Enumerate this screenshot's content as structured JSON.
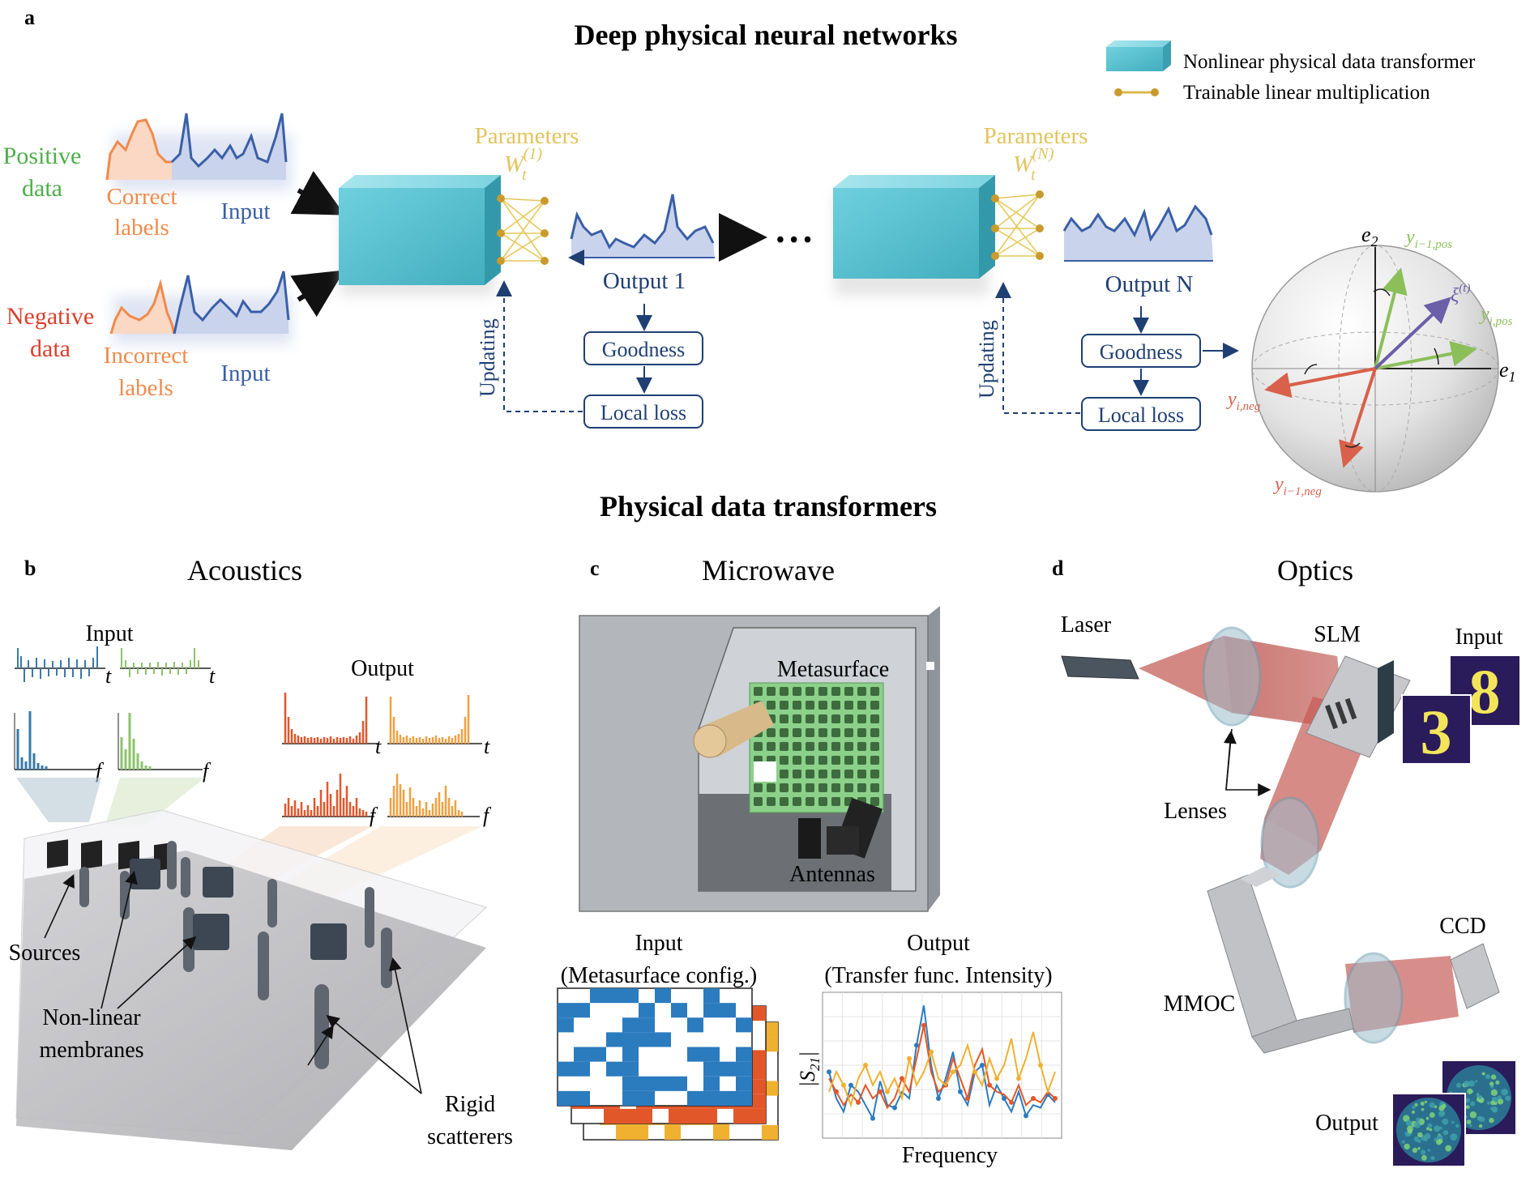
{
  "panel_letters": {
    "a": "a",
    "b": "b",
    "c": "c",
    "d": "d"
  },
  "top": {
    "title": "Deep physical neural networks",
    "legend": {
      "transformer": "Nonlinear physical data transformer",
      "linear": "Trainable linear multiplication"
    },
    "positive": {
      "l1": "Positive",
      "l2": "data",
      "correct1": "Correct",
      "correct2": "labels",
      "input": "Input"
    },
    "negative": {
      "l1": "Negative",
      "l2": "data",
      "incorrect1": "Incorrect",
      "incorrect2": "labels",
      "input": "Input"
    },
    "params": {
      "label": "Parameters",
      "w1_base": "W",
      "w1_sub": "t",
      "w1_sup": "(1)",
      "wn_sup": "(N)"
    },
    "output1": "Output 1",
    "outputN": "Output N",
    "goodness": "Goodness",
    "local_loss": "Local loss",
    "updating": "Updating",
    "ellipsis": "• • •",
    "sphere": {
      "e1": "e",
      "e1_sub": "1",
      "e2": "e",
      "e2_sub": "2",
      "y_prev_pos": "y",
      "y_prev_pos_sub": "i−1,pos",
      "y_pos": "y",
      "y_pos_sub": "i,pos",
      "y_neg": "y",
      "y_neg_sub": "i,neg",
      "y_prev_neg": "y",
      "y_prev_neg_sub": "i−1,neg",
      "xi": "ξ",
      "xi_sup": "(t)"
    }
  },
  "middle_title": "Physical data transformers",
  "acoustics": {
    "title": "Acoustics",
    "input": "Input",
    "output": "Output",
    "t": "t",
    "f": "f",
    "sources": "Sources",
    "membranes1": "Non-linear",
    "membranes2": "membranes",
    "rigid1": "Rigid",
    "rigid2": "scatterers"
  },
  "microwave": {
    "title": "Microwave",
    "metasurface": "Metasurface",
    "antennas": "Antennas",
    "input1": "Input",
    "input2": "(Metasurface config.)",
    "output1": "Output",
    "output2": "(Transfer func. Intensity)",
    "ylabel": "|S",
    "ylabel_sub": "21",
    "ylabel_end": "|",
    "xlabel": "Frequency"
  },
  "optics": {
    "title": "Optics",
    "laser": "Laser",
    "slm": "SLM",
    "input": "Input",
    "lenses": "Lenses",
    "ccd": "CCD",
    "mmoc": "MMOC",
    "output": "Output",
    "digit1": "3",
    "digit2": "8"
  },
  "colors": {
    "green": "#4daf4a",
    "orange": "#f08a4b",
    "red": "#d9412e",
    "blue": "#3a5fa8",
    "navy": "#1f3f73",
    "teal": "#5bc4d3",
    "gold": "#d8b84a",
    "sphere_green": "#8cbf5a",
    "sphere_red": "#d9604a",
    "sphere_purple": "#6a5fa8"
  },
  "chart_data": {
    "type": "line",
    "title": "",
    "xlabel": "Frequency",
    "ylabel": "|S21|",
    "x": [
      1,
      2,
      3,
      4,
      5,
      6,
      7,
      8,
      9,
      10,
      11,
      12,
      13,
      14,
      15,
      16,
      17,
      18,
      19,
      20,
      21,
      22,
      23,
      24,
      25,
      26,
      27,
      28,
      29,
      30,
      31,
      32
    ],
    "series": [
      {
        "color": "#2b7bbf",
        "values": [
          0.45,
          0.25,
          0.15,
          0.35,
          0.3,
          0.2,
          0.1,
          0.38,
          0.2,
          0.18,
          0.3,
          0.25,
          0.65,
          0.95,
          0.5,
          0.25,
          0.4,
          0.6,
          0.3,
          0.2,
          0.45,
          0.5,
          0.2,
          0.35,
          0.25,
          0.15,
          0.3,
          0.12,
          0.2,
          0.18,
          0.28,
          0.22
        ]
      },
      {
        "color": "#e2572a",
        "values": [
          0.4,
          0.3,
          0.2,
          0.28,
          0.22,
          0.35,
          0.25,
          0.3,
          0.18,
          0.25,
          0.4,
          0.3,
          0.55,
          0.8,
          0.45,
          0.3,
          0.35,
          0.55,
          0.4,
          0.25,
          0.5,
          0.62,
          0.35,
          0.3,
          0.28,
          0.22,
          0.35,
          0.2,
          0.25,
          0.22,
          0.3,
          0.25
        ]
      },
      {
        "color": "#f0b030",
        "values": [
          0.3,
          0.45,
          0.35,
          0.2,
          0.4,
          0.5,
          0.35,
          0.45,
          0.3,
          0.4,
          0.25,
          0.55,
          0.35,
          0.45,
          0.6,
          0.4,
          0.35,
          0.45,
          0.5,
          0.65,
          0.45,
          0.35,
          0.55,
          0.4,
          0.5,
          0.7,
          0.4,
          0.55,
          0.75,
          0.5,
          0.3,
          0.45
        ]
      }
    ]
  }
}
